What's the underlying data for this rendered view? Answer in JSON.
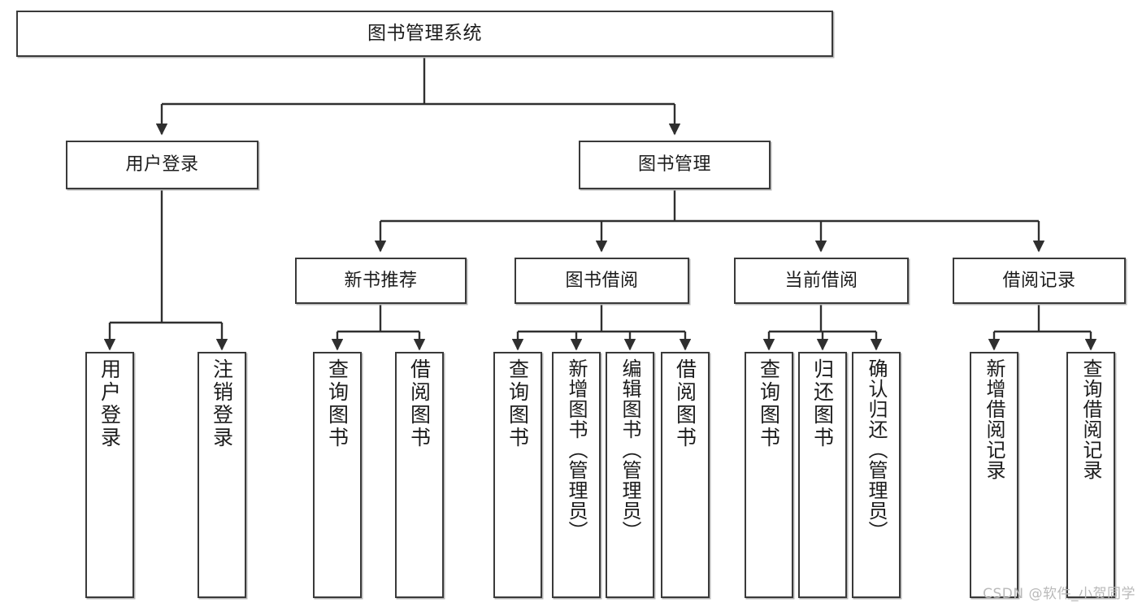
{
  "diagram": {
    "title": "图书管理系统",
    "type": "tree",
    "colors": {
      "box_border": "#3a3a3a",
      "box_fill": "#ffffff",
      "edge": "#2f2f2f",
      "text": "#1c1c1c",
      "watermark": "#b9b9b9",
      "background": "#ffffff"
    },
    "nodes": {
      "root": {
        "label": "图书管理系统"
      },
      "level2": [
        {
          "label": "用户登录"
        },
        {
          "label": "图书管理"
        }
      ],
      "level3": [
        {
          "label": "新书推荐"
        },
        {
          "label": "图书借阅"
        },
        {
          "label": "当前借阅"
        },
        {
          "label": "借阅记录"
        }
      ],
      "leaves_user_login": [
        {
          "label": "用户登录"
        },
        {
          "label": "注销登录"
        }
      ],
      "leaves_new_book": [
        {
          "label": "查询图书"
        },
        {
          "label": "借阅图书"
        }
      ],
      "leaves_borrow": [
        {
          "label": "查询图书"
        },
        {
          "label": "新增图书（管理员）"
        },
        {
          "label": "编辑图书（管理员）"
        },
        {
          "label": "借阅图书"
        }
      ],
      "leaves_current": [
        {
          "label": "查询图书"
        },
        {
          "label": "归还图书"
        },
        {
          "label": "确认归还（管理员）"
        }
      ],
      "leaves_records": [
        {
          "label": "新增借阅记录"
        },
        {
          "label": "查询借阅记录"
        }
      ]
    }
  },
  "watermark": {
    "text": "CSDN @软件_小贺同学"
  }
}
